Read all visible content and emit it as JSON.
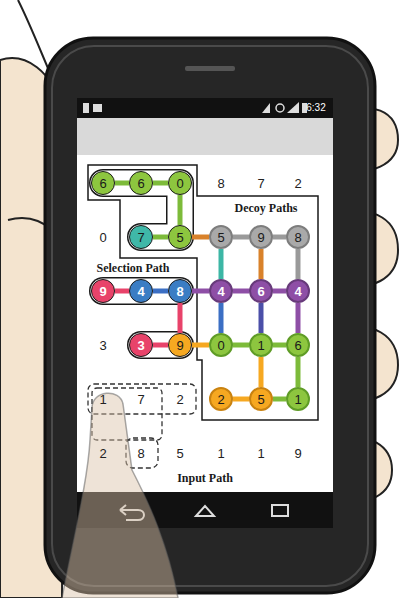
{
  "diagram": {
    "nodes": [
      {
        "text": [
          "6"
        ]
      },
      {
        "text": [
          "6"
        ]
      },
      {
        "text": [
          "0"
        ]
      },
      {
        "text": [
          "7"
        ]
      },
      {
        "text": [
          "5"
        ]
      },
      {
        "text": [
          "5"
        ]
      },
      {
        "text": [
          "9"
        ]
      },
      {
        "text": [
          "8"
        ]
      },
      {
        "text": [
          "9"
        ]
      },
      {
        "text": [
          "4"
        ]
      },
      {
        "text": [
          "8"
        ]
      },
      {
        "text": [
          "4"
        ]
      },
      {
        "text": [
          "6"
        ]
      },
      {
        "text": [
          "4"
        ]
      },
      {
        "text": [
          "3"
        ]
      },
      {
        "text": [
          "9"
        ]
      },
      {
        "text": [
          "0"
        ]
      },
      {
        "text": [
          "1"
        ]
      },
      {
        "text": [
          "6"
        ]
      },
      {
        "text": [
          "2"
        ]
      },
      {
        "text": [
          "5"
        ]
      },
      {
        "text": [
          "1"
        ]
      }
    ],
    "edges": [
      {
        "from": 0,
        "to": 1,
        "arrow": "none"
      },
      {
        "from": 1,
        "to": 2,
        "arrow": "none"
      },
      {
        "from": 2,
        "to": 4,
        "arrow": "none"
      },
      {
        "from": 3,
        "to": 4,
        "arrow": "none"
      },
      {
        "from": 4,
        "to": 5,
        "arrow": "none"
      },
      {
        "from": 5,
        "to": 6,
        "arrow": "none"
      },
      {
        "from": 6,
        "to": 7,
        "arrow": "none"
      },
      {
        "from": 5,
        "to": 11,
        "arrow": "none"
      },
      {
        "from": 6,
        "to": 12,
        "arrow": "none"
      },
      {
        "from": 7,
        "to": 13,
        "arrow": "none"
      },
      {
        "from": 8,
        "to": 9,
        "arrow": "none"
      },
      {
        "from": 9,
        "to": 10,
        "arrow": "none"
      },
      {
        "from": 10,
        "to": 11,
        "arrow": "none"
      },
      {
        "from": 11,
        "to": 12,
        "arrow": "none"
      },
      {
        "from": 12,
        "to": 13,
        "arrow": "none"
      },
      {
        "from": 10,
        "to": 15,
        "arrow": "none"
      },
      {
        "from": 14,
        "to": 15,
        "arrow": "none"
      },
      {
        "from": 15,
        "to": 16,
        "arrow": "none"
      },
      {
        "from": 11,
        "to": 16,
        "arrow": "none"
      },
      {
        "from": 12,
        "to": 17,
        "arrow": "none"
      },
      {
        "from": 13,
        "to": 18,
        "arrow": "none"
      },
      {
        "from": 16,
        "to": 17,
        "arrow": "none"
      },
      {
        "from": 17,
        "to": 18,
        "arrow": "none"
      },
      {
        "from": 17,
        "to": 20,
        "arrow": "none"
      },
      {
        "from": 19,
        "to": 20,
        "arrow": "none"
      },
      {
        "from": 18,
        "to": 21,
        "arrow": "none"
      },
      {
        "from": 20,
        "to": 21,
        "arrow": "none"
      }
    ],
    "labels": [
      "6:32",
      "8",
      "7",
      "2",
      "Decoy Paths",
      "0",
      "Selection Path",
      "3",
      "1",
      "7",
      "2",
      "2",
      "8",
      "5",
      "1",
      "1",
      "9",
      "Input Path"
    ]
  }
}
